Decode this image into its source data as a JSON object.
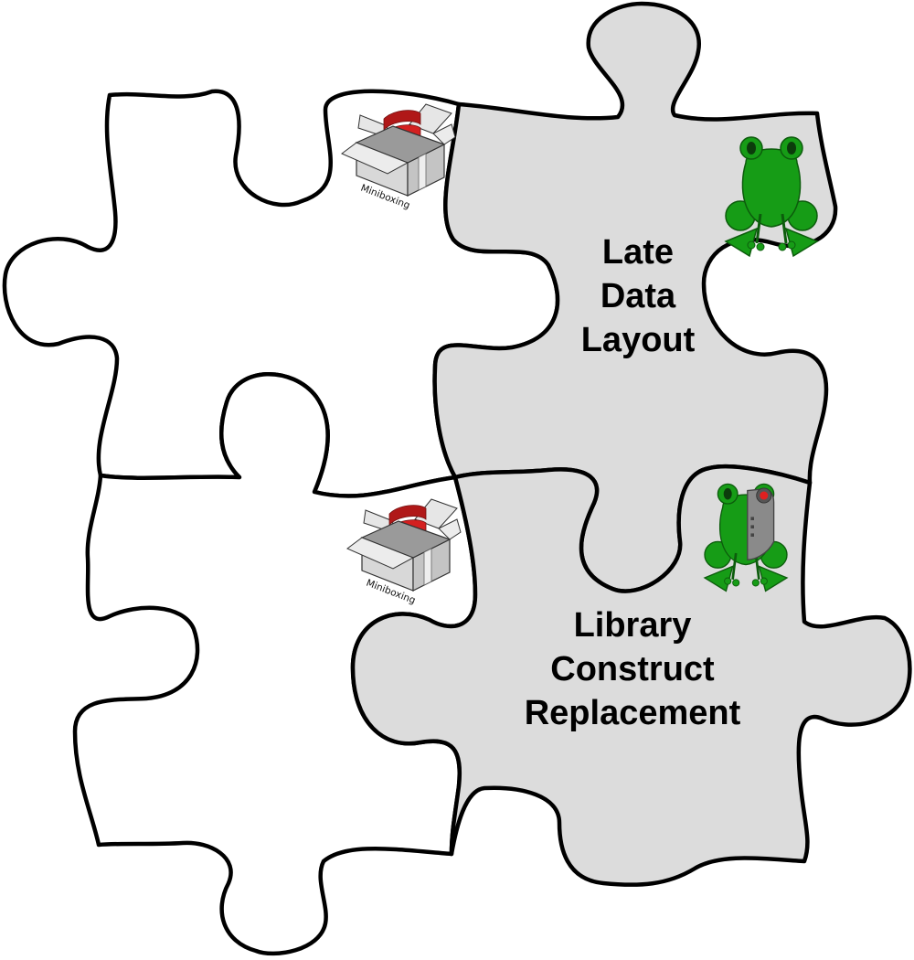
{
  "colors": {
    "background": "#ffffff",
    "outline": "#000000",
    "plain_piece_fill": "#ffffff",
    "highlight_piece_fill": "#dcdcdc",
    "frog_green": "#169c16",
    "frog_dark": "#0c5c0c",
    "box_gray": "#d8d8d8",
    "scala_red": "#d42020",
    "robot_gray": "#888888",
    "robot_eye_red": "#e02020"
  },
  "pieces": [
    {
      "name": "top-left",
      "text": "",
      "highlighted": false
    },
    {
      "name": "top-right",
      "text": "",
      "highlighted": true
    },
    {
      "name": "bottom-left",
      "text": "",
      "highlighted": false
    },
    {
      "name": "bottom-right",
      "text": "",
      "highlighted": true
    }
  ],
  "late_data_layout": {
    "lines": [
      "Late",
      "Data",
      "Layout"
    ],
    "icon": "frog-icon"
  },
  "library_construct_replacement": {
    "lines": [
      "Library",
      "Construct",
      "Replacement"
    ],
    "icon": "robot-frog-icon"
  },
  "miniboxing_top": {
    "label": "Miniboxing",
    "icon": "miniboxing-box-icon"
  },
  "miniboxing_bottom": {
    "label": "Miniboxing",
    "icon": "miniboxing-box-icon"
  }
}
